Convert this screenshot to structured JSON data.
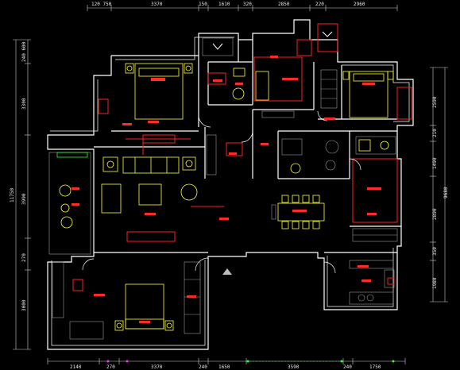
{
  "dimensions": {
    "top": [
      "120 750",
      "3370",
      "150",
      "1610",
      "320",
      "2850",
      "220",
      "2960"
    ],
    "bottom": [
      "2140",
      "270",
      "3370",
      "240",
      "1650",
      "3590",
      "240",
      "1750"
    ],
    "left": [
      "240 600",
      "3300",
      "3990",
      "270",
      "3000"
    ],
    "left_total": "11750",
    "right": [
      "2590",
      "210",
      "1490",
      "2890",
      "350",
      "1980"
    ],
    "right_total": "9680"
  },
  "colors": {
    "wall": "#ffffff",
    "annotation": "#ff2020",
    "furniture": "#ffff33",
    "fixture": "#9a9a9a",
    "dimension": "#e8e8e8",
    "grid": "#33ff33",
    "marker": "#ff33ff"
  },
  "icons": [
    "north-marker",
    "stair-arrow-up"
  ]
}
